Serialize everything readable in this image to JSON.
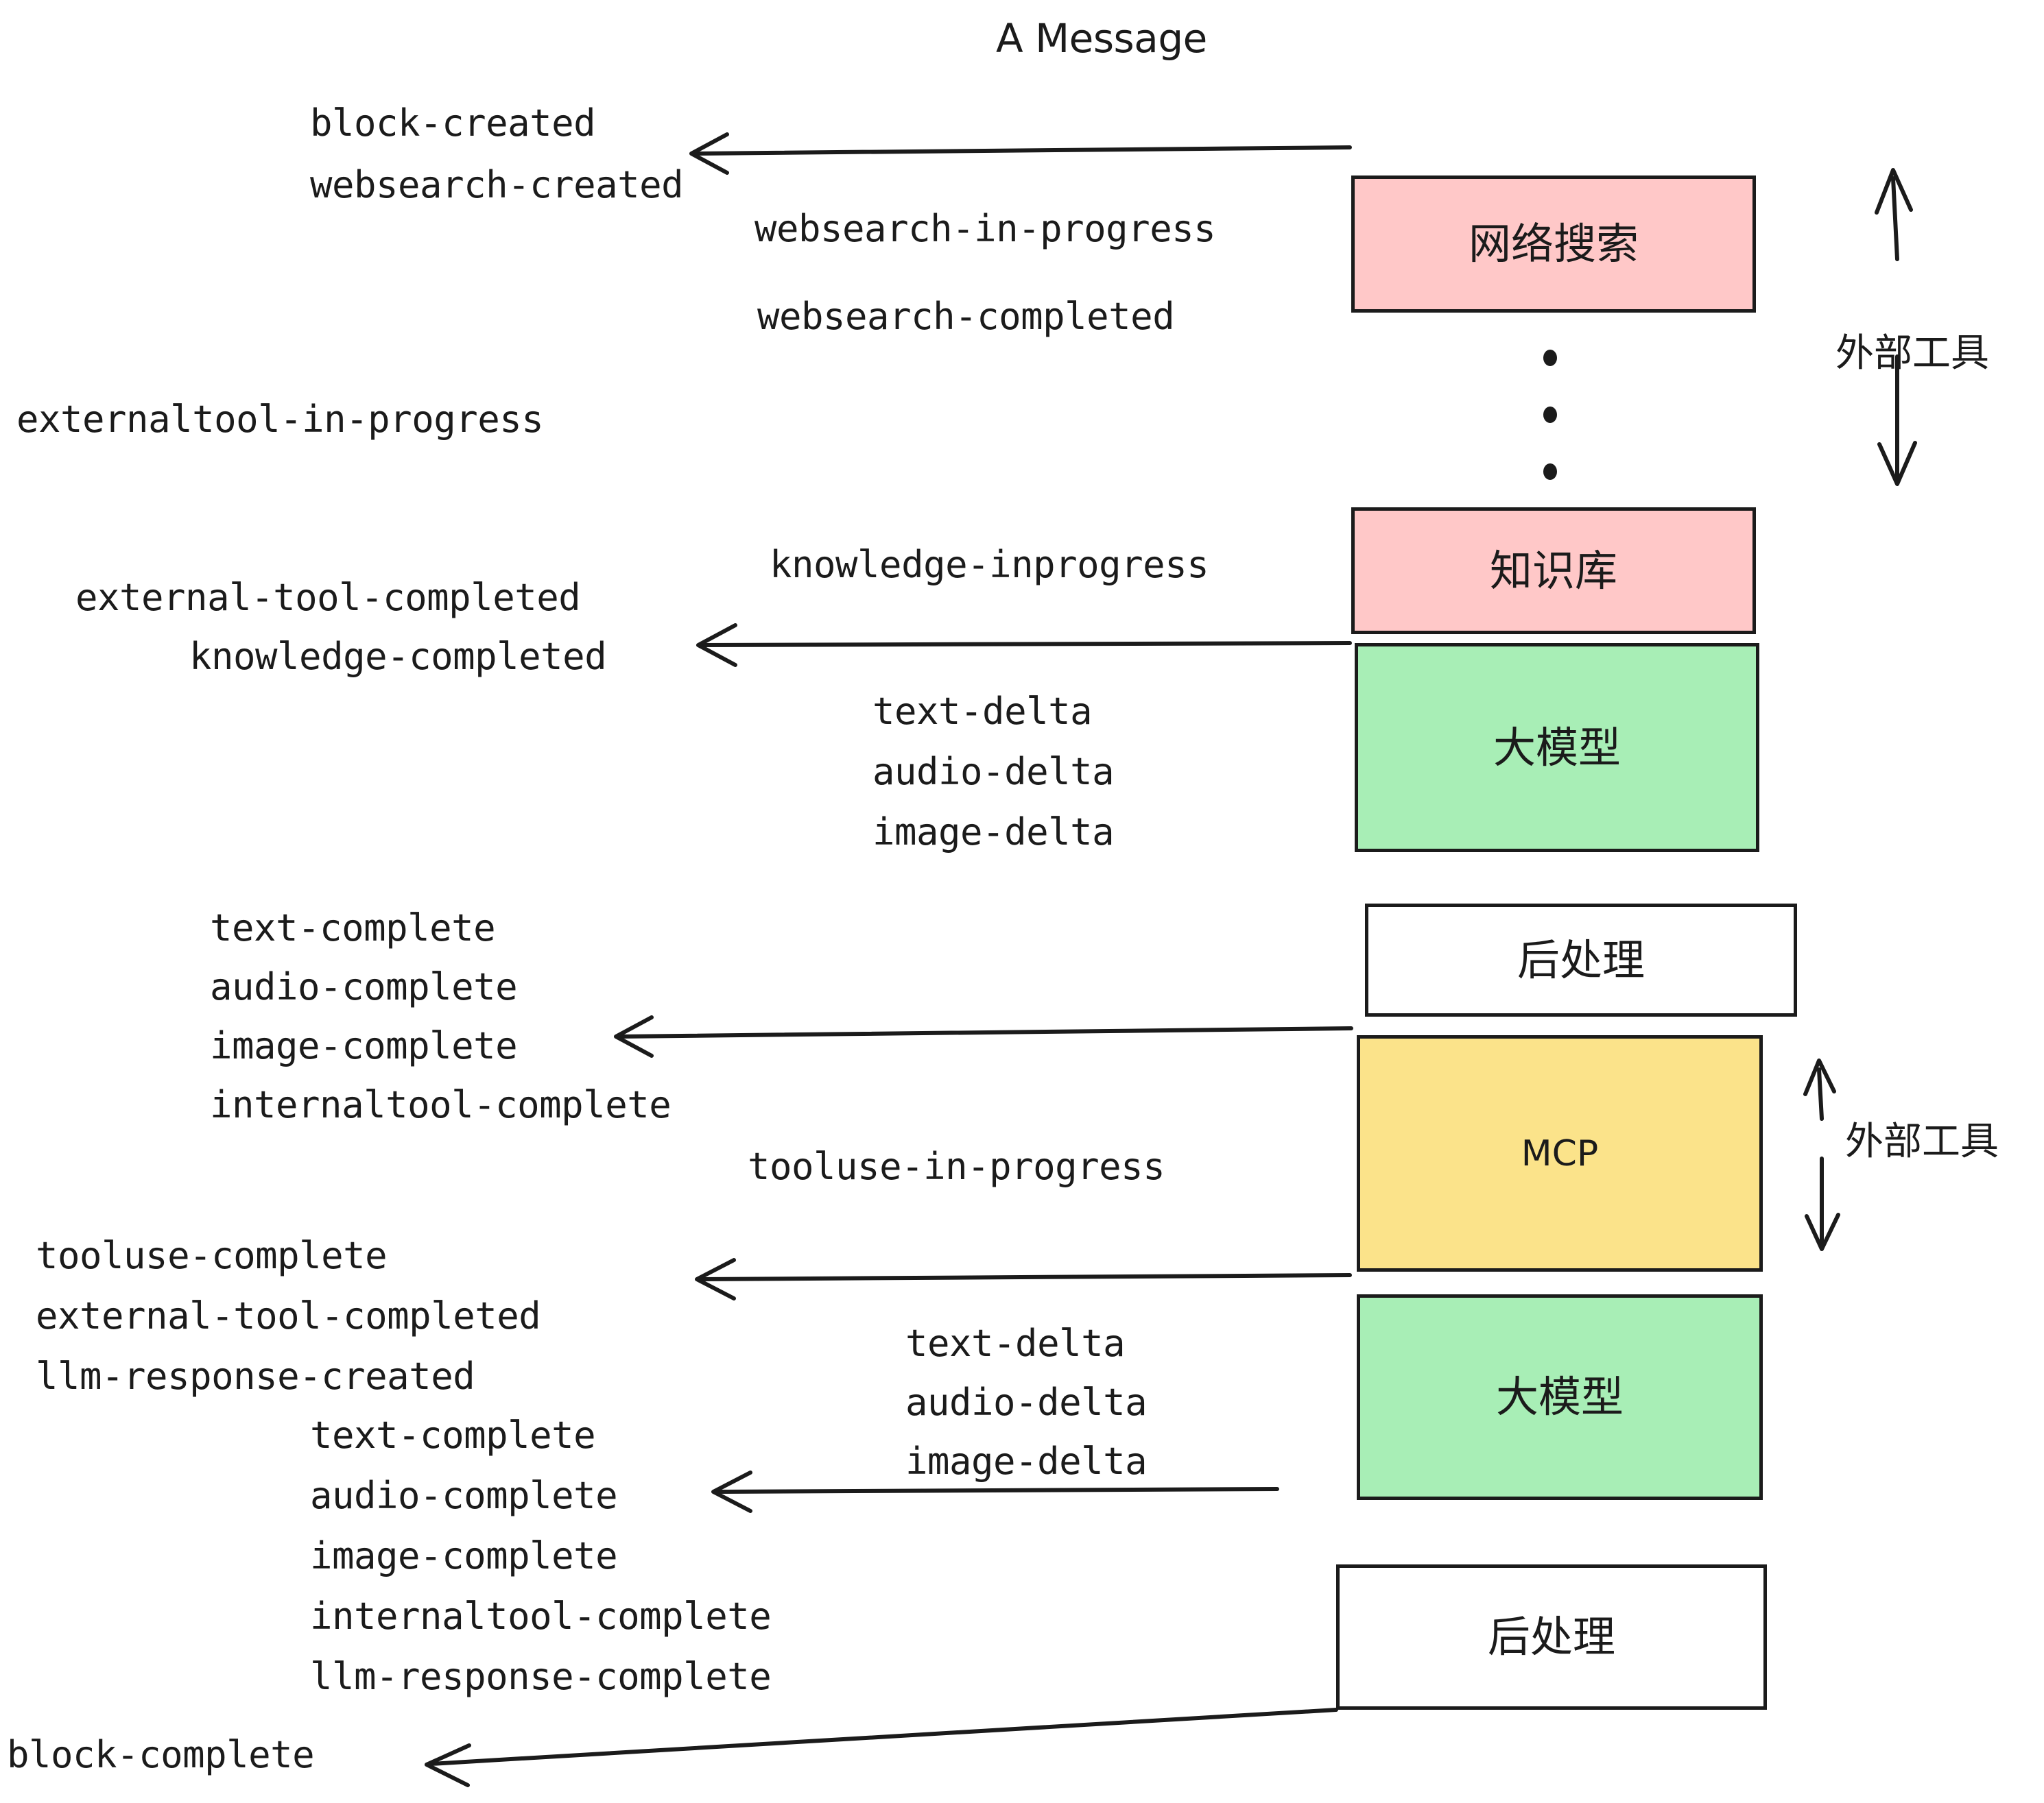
{
  "title": "A Message",
  "boxes": [
    {
      "id": "websearch",
      "label": "网络搜索",
      "fill": "#ffc8c8",
      "lang": "cn"
    },
    {
      "id": "knowledge",
      "label": "知识库",
      "fill": "#ffc8c8",
      "lang": "cn"
    },
    {
      "id": "llm-top",
      "label": "大模型",
      "fill": "#a8eeb6",
      "lang": "cn"
    },
    {
      "id": "postprocess-top",
      "label": "后处理",
      "fill": "#ffffff",
      "lang": "cn"
    },
    {
      "id": "mcp",
      "label": "MCP",
      "fill": "#fbe38a",
      "lang": "en"
    },
    {
      "id": "llm-bottom",
      "label": "大模型",
      "fill": "#a8eeb6",
      "lang": "cn"
    },
    {
      "id": "postprocess-bottom",
      "label": "后处理",
      "fill": "#ffffff",
      "lang": "cn"
    }
  ],
  "side_labels": [
    {
      "id": "external-tools-top",
      "text": "外部工具"
    },
    {
      "id": "external-tools-bottom",
      "text": "外部工具"
    }
  ],
  "events": [
    {
      "id": "block-created",
      "text": "block-created"
    },
    {
      "id": "websearch-created",
      "text": "websearch-created"
    },
    {
      "id": "websearch-in-progress",
      "text": "websearch-in-progress"
    },
    {
      "id": "websearch-completed",
      "text": "websearch-completed"
    },
    {
      "id": "externaltool-in-progress",
      "text": "externaltool-in-progress"
    },
    {
      "id": "knowledge-inprogress",
      "text": "knowledge-inprogress"
    },
    {
      "id": "external-tool-completed-1",
      "text": "external-tool-completed"
    },
    {
      "id": "knowledge-completed",
      "text": "knowledge-completed"
    },
    {
      "id": "text-delta-1",
      "text": "text-delta"
    },
    {
      "id": "audio-delta-1",
      "text": "audio-delta"
    },
    {
      "id": "image-delta-1",
      "text": "image-delta"
    },
    {
      "id": "text-complete-1",
      "text": "text-complete"
    },
    {
      "id": "audio-complete-1",
      "text": "audio-complete"
    },
    {
      "id": "image-complete-1",
      "text": "image-complete"
    },
    {
      "id": "internaltool-complete-1",
      "text": "internaltool-complete"
    },
    {
      "id": "tooluse-in-progress",
      "text": "tooluse-in-progress"
    },
    {
      "id": "tooluse-complete",
      "text": "tooluse-complete"
    },
    {
      "id": "external-tool-completed-2",
      "text": "external-tool-completed"
    },
    {
      "id": "llm-response-created",
      "text": "llm-response-created"
    },
    {
      "id": "text-delta-2",
      "text": "text-delta"
    },
    {
      "id": "audio-delta-2",
      "text": "audio-delta"
    },
    {
      "id": "image-delta-2",
      "text": "image-delta"
    },
    {
      "id": "text-complete-2",
      "text": "text-complete"
    },
    {
      "id": "audio-complete-2",
      "text": "audio-complete"
    },
    {
      "id": "image-complete-2",
      "text": "image-complete"
    },
    {
      "id": "internaltool-complete-2",
      "text": "internaltool-complete"
    },
    {
      "id": "llm-response-complete",
      "text": "llm-response-complete"
    },
    {
      "id": "block-complete",
      "text": "block-complete"
    }
  ],
  "colors": {
    "stroke": "#1b1b1b",
    "pink": "#ffc8c8",
    "green": "#a8eeb6",
    "yellow": "#fbe38a",
    "white": "#ffffff",
    "background": "#ffffff"
  }
}
